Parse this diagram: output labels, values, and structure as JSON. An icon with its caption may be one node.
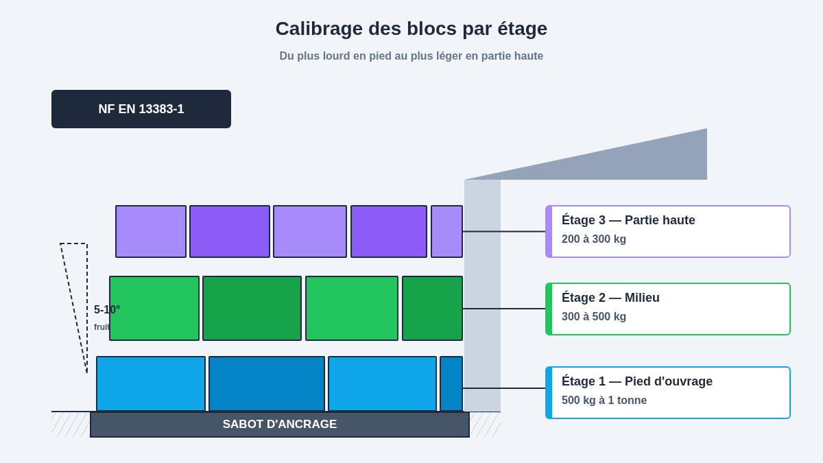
{
  "diagram": {
    "title": "Calibrage des blocs par étage",
    "caption": "Du plus lourd en pied au plus léger en partie haute",
    "nodes": [
      {
        "text": [
          "NF EN 13383-1"
        ]
      },
      {
        "text": [],
        "shape": "box"
      },
      {
        "text": [
          "Étage 3 — Partie haute",
          "200 à 300 kg"
        ]
      },
      {
        "text": [],
        "shape": "box"
      },
      {
        "text": [
          "Étage 2 — Milieu",
          "300 à 500 kg"
        ]
      },
      {
        "text": [],
        "shape": "box"
      },
      {
        "text": [
          "Étage 1 — Pied d'ouvrage",
          "500 kg à 1 tonne"
        ]
      },
      {
        "text": [
          "SABOT D'ANCRAGE"
        ]
      }
    ],
    "edges": [
      {
        "from": 2,
        "to": 1,
        "arrow": "none"
      },
      {
        "from": 4,
        "to": 3,
        "arrow": "none"
      },
      {
        "from": 6,
        "to": 5,
        "arrow": "none"
      }
    ],
    "labels": [
      "5-10°",
      "fruit"
    ]
  }
}
